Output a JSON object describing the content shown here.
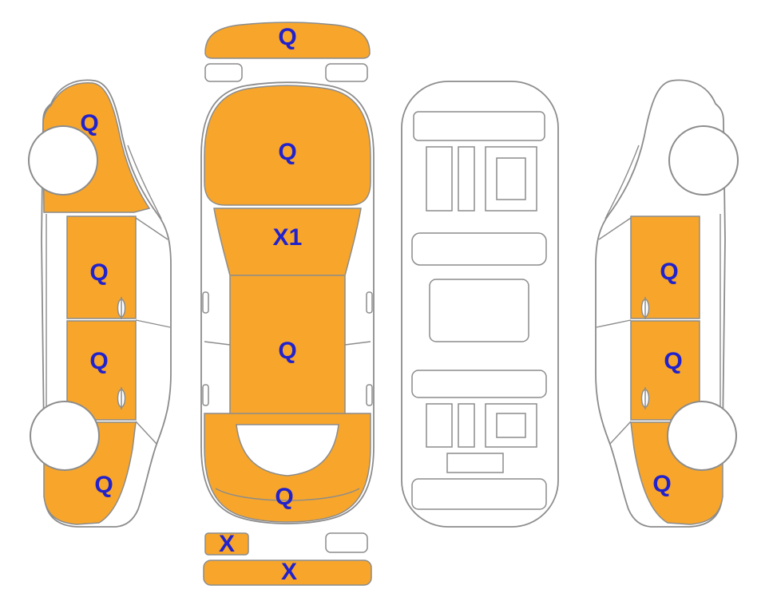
{
  "colors": {
    "damage_fill": "#F7A62B",
    "marker_text": "#2222CC",
    "outline": "#8C8C8C",
    "background": "#FFFFFF"
  },
  "views": [
    {
      "id": "left-side",
      "name": "left-side-view"
    },
    {
      "id": "top",
      "name": "top-view"
    },
    {
      "id": "underbody",
      "name": "underbody-view"
    },
    {
      "id": "right-side",
      "name": "right-side-view"
    }
  ],
  "markers": [
    {
      "view": "top",
      "panel": "front-bumper",
      "label": "Q"
    },
    {
      "view": "left-side",
      "panel": "front-fender",
      "label": "Q"
    },
    {
      "view": "top",
      "panel": "hood",
      "label": "Q"
    },
    {
      "view": "top",
      "panel": "windshield",
      "label": "X1"
    },
    {
      "view": "left-side",
      "panel": "front-door",
      "label": "Q"
    },
    {
      "view": "right-side",
      "panel": "front-door",
      "label": "Q"
    },
    {
      "view": "top",
      "panel": "roof",
      "label": "Q"
    },
    {
      "view": "left-side",
      "panel": "rear-door",
      "label": "Q"
    },
    {
      "view": "right-side",
      "panel": "rear-door",
      "label": "Q"
    },
    {
      "view": "left-side",
      "panel": "rear-quarter",
      "label": "Q"
    },
    {
      "view": "top",
      "panel": "trunk",
      "label": "Q"
    },
    {
      "view": "right-side",
      "panel": "rear-quarter",
      "label": "Q"
    },
    {
      "view": "top",
      "panel": "rear-bumper-corner",
      "label": "X"
    },
    {
      "view": "top",
      "panel": "rear-bumper",
      "label": "X"
    }
  ]
}
